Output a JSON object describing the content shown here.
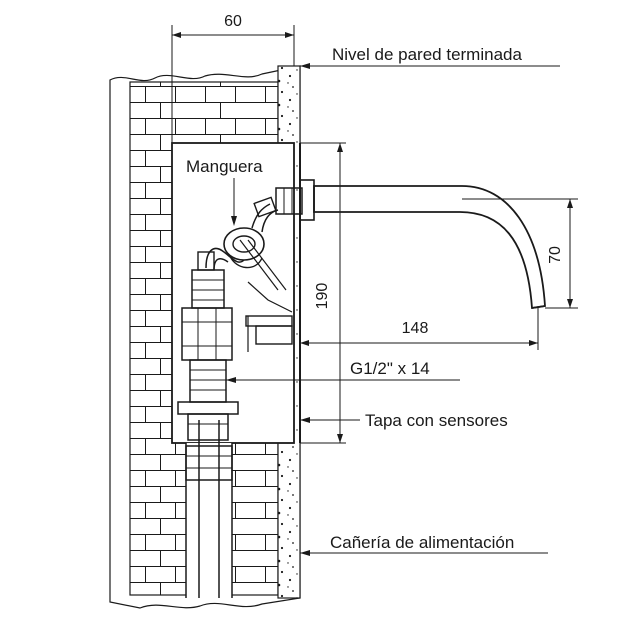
{
  "diagram": {
    "labels": {
      "wall_level": "Nivel de pared terminada",
      "hose": "Manguera",
      "thread": "G1/2\" x 14",
      "cover": "Tapa con sensores",
      "supply_pipe": "Cañería de alimentación"
    },
    "dimensions": {
      "wall_depth": "60",
      "height": "190",
      "spout_length": "148",
      "spout_height": "70"
    },
    "colors": {
      "line": "#1a1a1a",
      "background": "#ffffff"
    }
  }
}
